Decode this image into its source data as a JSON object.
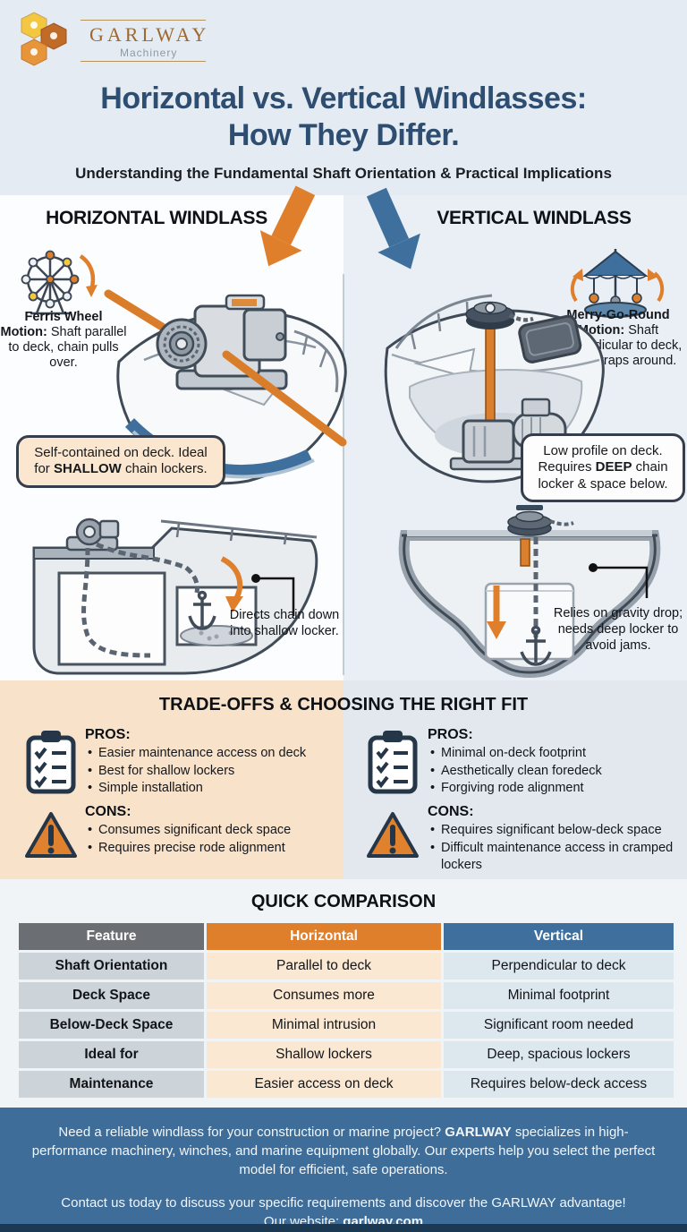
{
  "brand": {
    "name": "GARLWAY",
    "tagline": "Machinery"
  },
  "header": {
    "title_line1": "Horizontal vs. Vertical Windlasses:",
    "title_line2": "How They Differ.",
    "subtitle": "Understanding the Fundamental Shaft Orientation & Practical Implications"
  },
  "left": {
    "heading": "HORIZONTAL WINDLASS",
    "motion_bold": "Ferris Wheel Motion:",
    "motion_rest": " Shaft parallel to deck, chain pulls over.",
    "callout_pre": "Self-contained on deck. Ideal for ",
    "callout_bold": "SHALLOW",
    "callout_post": " chain lockers.",
    "annotation": "Directs chain down into shallow locker."
  },
  "right": {
    "heading": "VERTICAL WINDLASS",
    "motion_bold": "Merry-Go-Round Motion:",
    "motion_rest": " Shaft perpendicular to deck, chain wraps around.",
    "callout_pre": "Low profile on deck. Requires ",
    "callout_bold": "DEEP",
    "callout_post": " chain locker & space below.",
    "annotation": "Relies on gravity drop; needs deep locker to avoid jams."
  },
  "tradeoffs": {
    "title": "TRADE-OFFS & CHOOSING THE RIGHT FIT",
    "pros_label": "PROS:",
    "cons_label": "CONS:",
    "left": {
      "pros": [
        "Easier maintenance access on deck",
        "Best for shallow lockers",
        "Simple installation"
      ],
      "cons": [
        "Consumes significant deck space",
        "Requires precise rode alignment"
      ]
    },
    "right": {
      "pros": [
        "Minimal on-deck footprint",
        "Aesthetically clean foredeck",
        "Forgiving rode alignment"
      ],
      "cons": [
        "Requires significant below-deck space",
        "Difficult maintenance access in cramped lockers"
      ]
    }
  },
  "comparison": {
    "title": "QUICK COMPARISON",
    "headers": [
      "Feature",
      "Horizontal",
      "Vertical"
    ],
    "rows": [
      [
        "Shaft Orientation",
        "Parallel to deck",
        "Perpendicular to deck"
      ],
      [
        "Deck Space",
        "Consumes more",
        "Minimal footprint"
      ],
      [
        "Below-Deck Space",
        "Minimal intrusion",
        "Significant room needed"
      ],
      [
        "Ideal for",
        "Shallow lockers",
        "Deep, spacious lockers"
      ],
      [
        "Maintenance",
        "Easier access on deck",
        "Requires below-deck access"
      ]
    ]
  },
  "footer": {
    "p1_pre": "Need a reliable windlass for your construction or marine project? ",
    "p1_bold": "GARLWAY",
    "p1_post": " specializes in high-performance machinery, winches, and marine equipment globally. Our experts help you select the perfect model for efficient, safe operations.",
    "p2": "Contact us today to discuss your specific requirements and discover the GARLWAY advantage!",
    "p3_pre": "Our website: ",
    "p3_bold": "garlway.com"
  },
  "colors": {
    "accent_orange": "#df7f2c",
    "steel_blue": "#3e6f9d",
    "navy": "#2d4d71",
    "footer_blue": "#3d6d98",
    "callout_peach": "#fbe7d0",
    "tradeoffs_left_bg": "#f9e2ca",
    "tradeoffs_right_bg": "#e2e8ed"
  },
  "icons": {
    "logo": "hexagon-cluster",
    "ferris_wheel": "ferris-wheel line-art with orange rotation arrow",
    "merry_go_round": "carousel line-art with orange rotation arrows",
    "orange_arrow": "large down-left arrow",
    "blue_arrow": "large down-right arrow",
    "clipboard": "checklist clipboard",
    "warning": "orange warning triangle"
  }
}
